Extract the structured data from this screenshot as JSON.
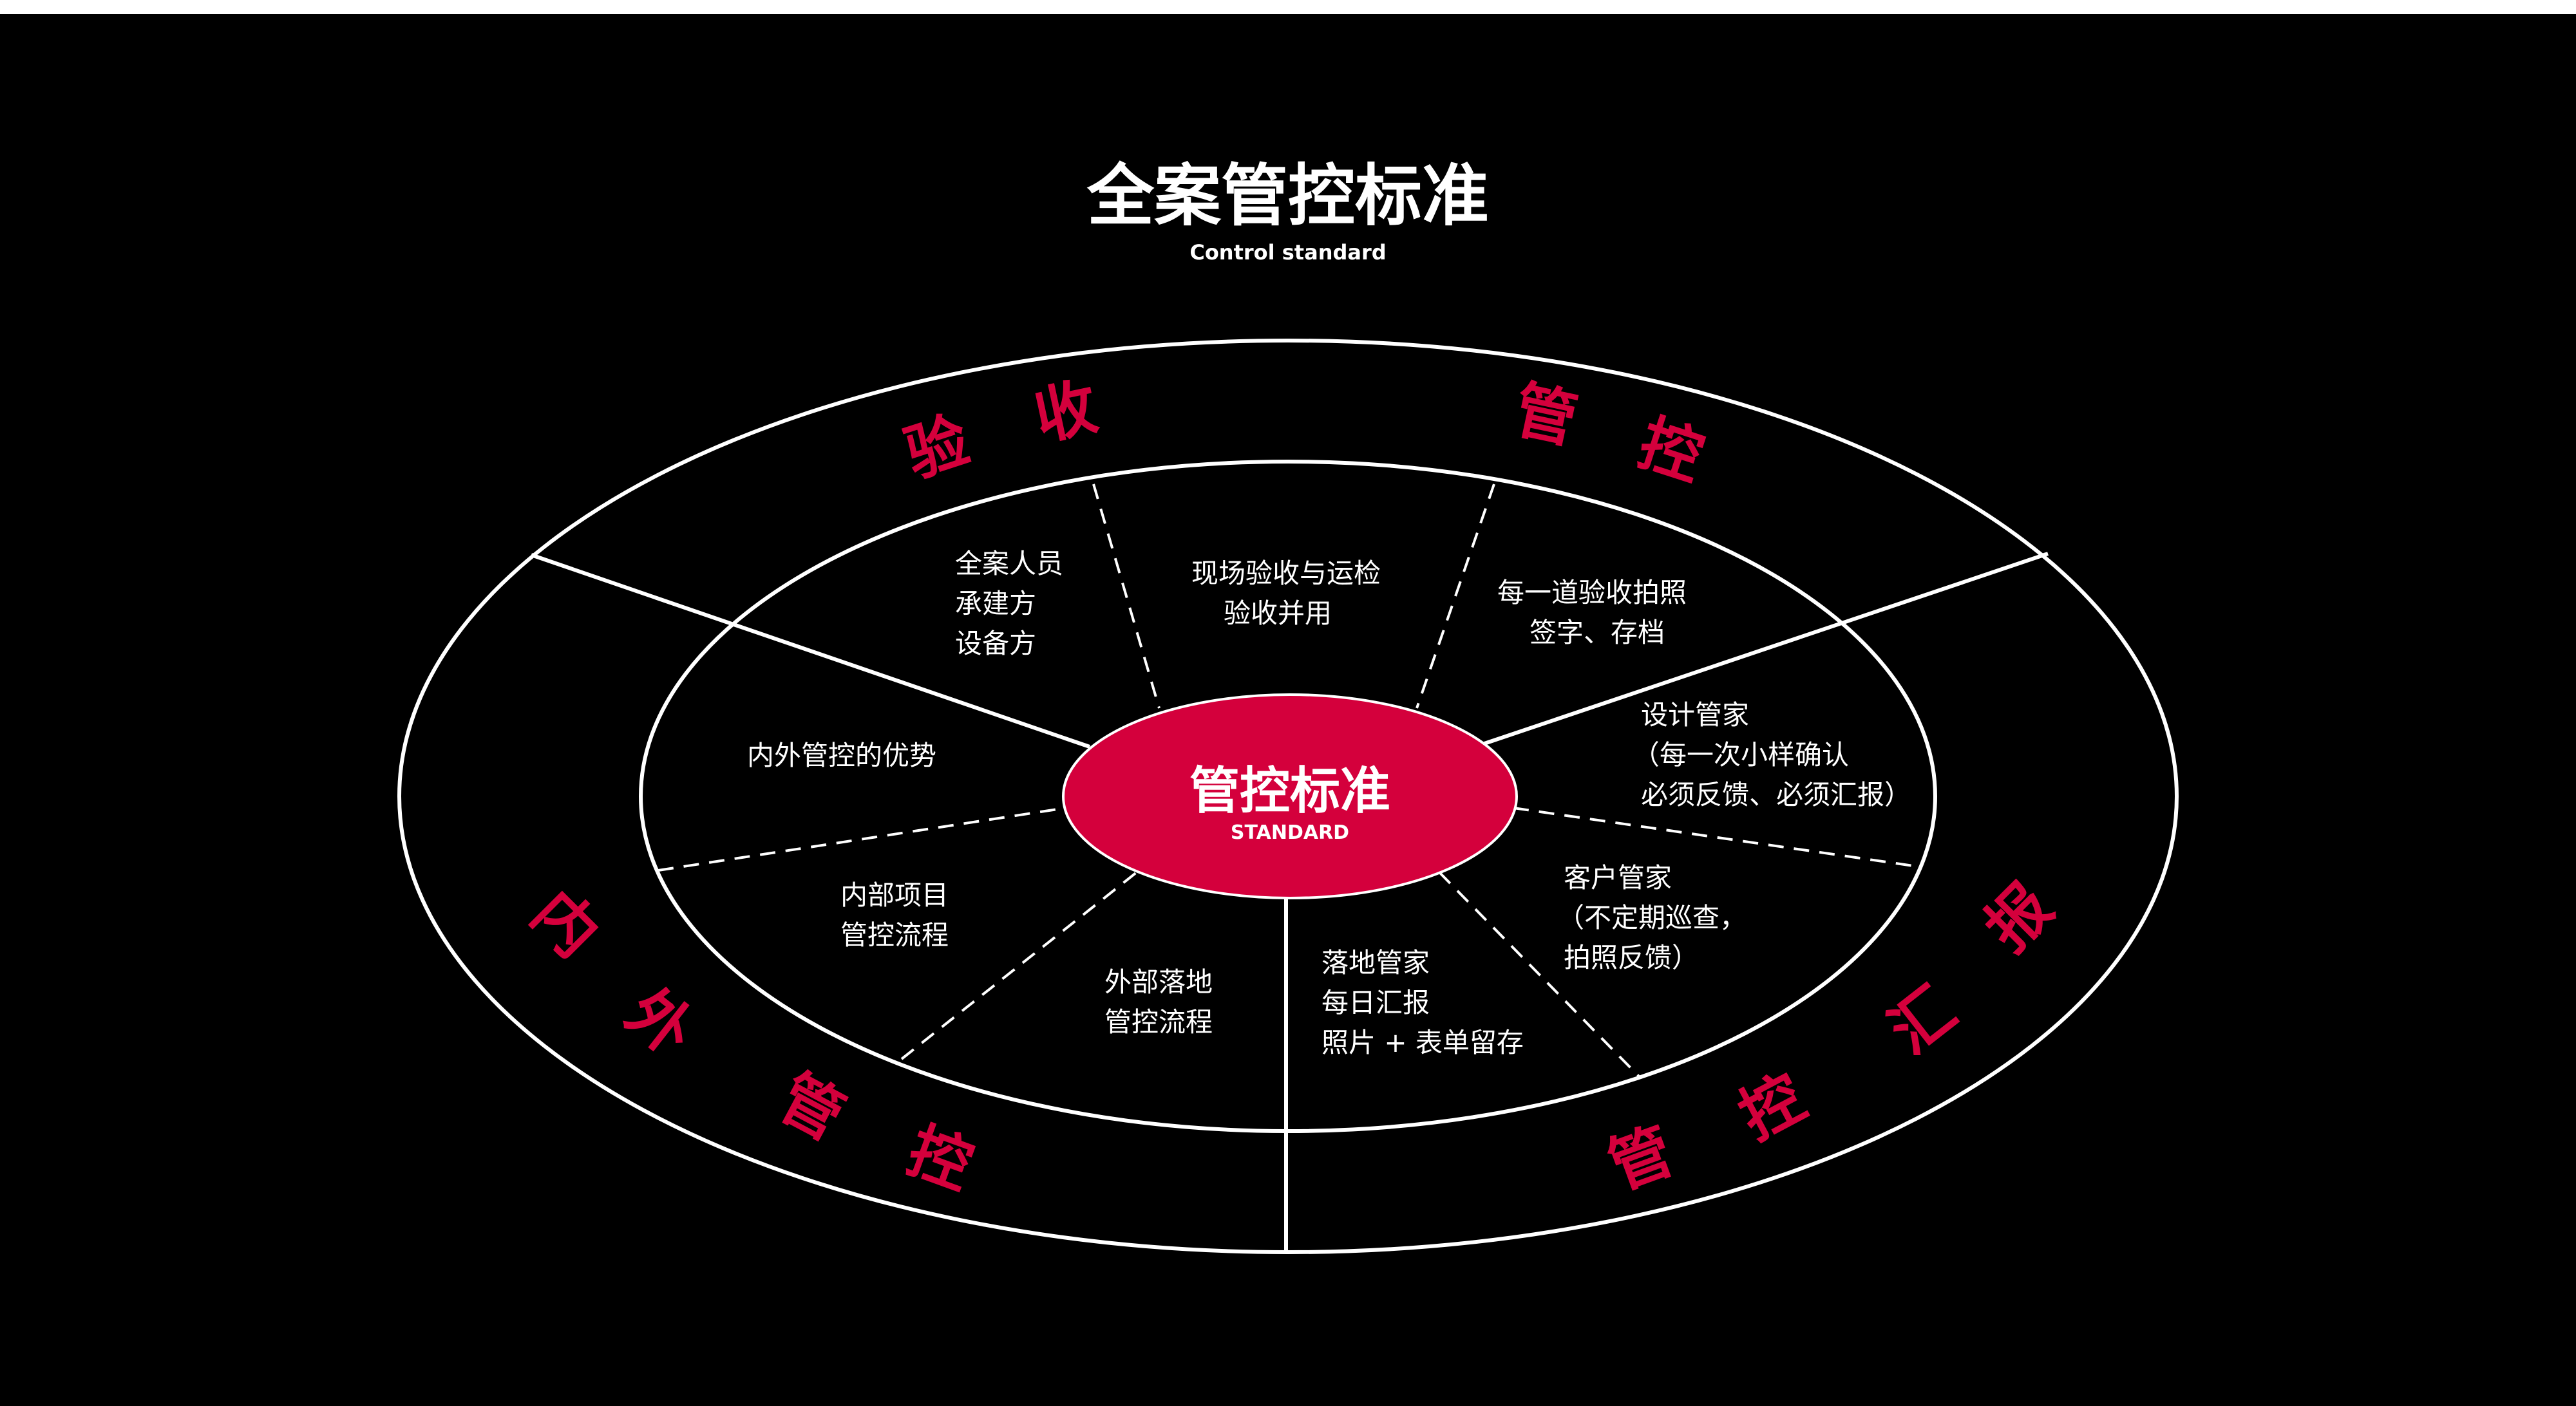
{
  "header": {
    "title": "全案管控标准",
    "subtitle": "Control standard"
  },
  "center": {
    "title": "管控标准",
    "subtitle": "STANDARD",
    "color": "#d4003c"
  },
  "ring_labels": {
    "color": "#d4003c",
    "acceptance": [
      "验",
      "收"
    ],
    "control": [
      "管",
      "控"
    ],
    "internal_external": [
      "内",
      "外",
      "管",
      "控"
    ],
    "report": [
      "管",
      "控",
      "汇",
      "报"
    ]
  },
  "sectors": {
    "all_staff": [
      "全案人员",
      "承建方",
      "设备方"
    ],
    "onsite": [
      "现场验收与运检",
      "验收并用"
    ],
    "photo": [
      "每一道验收拍照",
      "签字、存档"
    ],
    "designer": [
      "设计管家",
      "（每一次小样确认",
      "必须反馈、必须汇报）"
    ],
    "advantage": [
      "内外管控的优势"
    ],
    "customer": [
      "客户管家",
      "（不定期巡查，",
      "拍照反馈）"
    ],
    "internal": [
      "内部项目",
      "管控流程"
    ],
    "external": [
      "外部落地",
      "管控流程"
    ],
    "landing": [
      "落地管家",
      "每日汇报",
      "照片 + 表单留存"
    ]
  }
}
